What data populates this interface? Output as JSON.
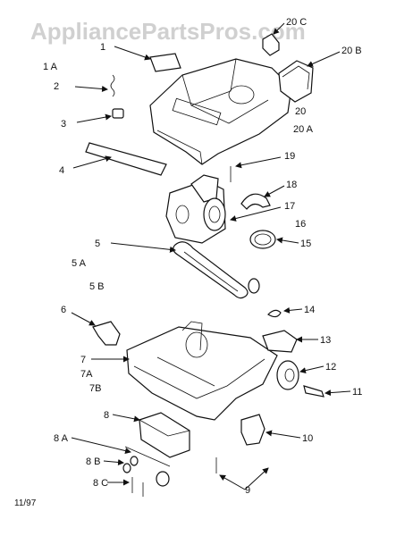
{
  "watermark": "AppliancePartsPros.com",
  "date_code": "11/97",
  "labels": {
    "p1": "1",
    "p1a": "1 A",
    "p2": "2",
    "p3": "3",
    "p4": "4",
    "p5": "5",
    "p5a": "5 A",
    "p5b": "5 B",
    "p6": "6",
    "p7": "7",
    "p7a": "7A",
    "p7b": "7B",
    "p8": "8",
    "p8a": "8 A",
    "p8b": "8 B",
    "p8c": "8 C",
    "p9": "9",
    "p10": "10",
    "p11": "11",
    "p12": "12",
    "p13": "13",
    "p14": "14",
    "p15": "15",
    "p16": "16",
    "p17": "17",
    "p18": "18",
    "p19": "19",
    "p20": "20",
    "p20a": "20 A",
    "p20b": "20 B",
    "p20c": "20 C"
  }
}
